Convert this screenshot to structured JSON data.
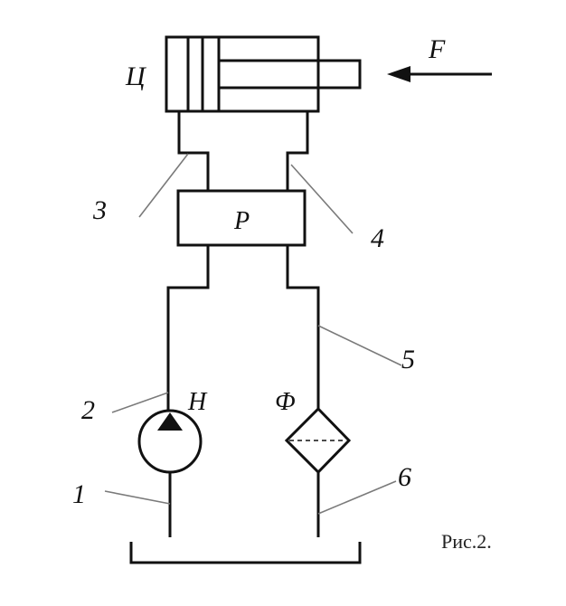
{
  "diagram": {
    "labels": {
      "cylinder": "Ц",
      "force": "F",
      "distributor": "Р",
      "pump": "Н",
      "filter": "Ф",
      "pipe_1": "1",
      "pipe_2": "2",
      "pipe_3": "3",
      "pipe_4": "4",
      "pipe_5": "5",
      "pipe_6": "6"
    },
    "caption": "Рис.2."
  },
  "colors": {
    "line": "#111111",
    "leader": "#7a7a7a",
    "background": "#ffffff"
  }
}
